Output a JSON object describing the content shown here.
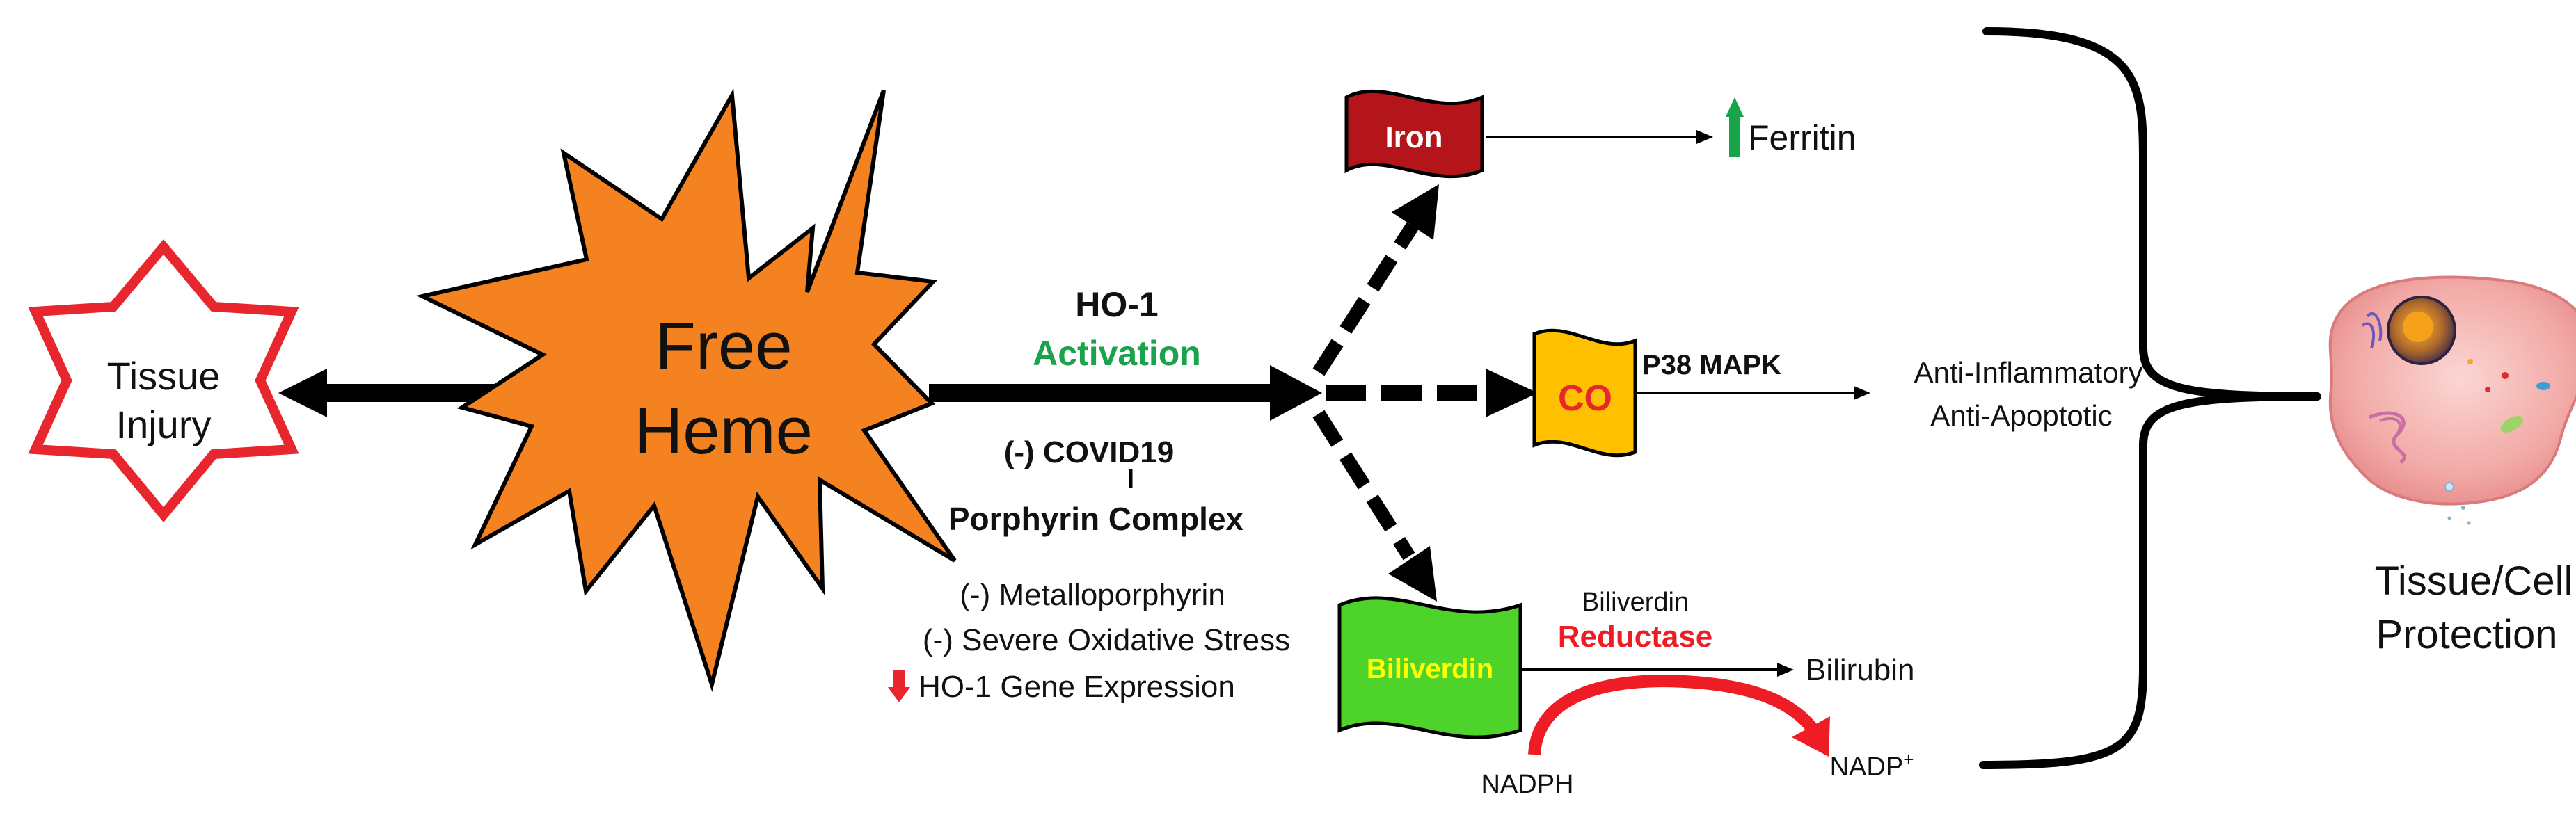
{
  "tissue_injury": {
    "line1": "Tissue",
    "line2": "Injury"
  },
  "free_heme": {
    "line1": "Free",
    "line2": "Heme"
  },
  "ho1": {
    "title": "HO-1",
    "activation": "Activation"
  },
  "covid": {
    "label": "(-) COVID19",
    "complex": "Porphyrin Complex"
  },
  "inhibitors": {
    "line1": "(-) Metalloporphyrin",
    "line2": "(-) Severe Oxidative Stress",
    "line3": "HO-1 Gene Expression"
  },
  "iron": {
    "label": "Iron",
    "product": "Ferritin"
  },
  "co": {
    "label": "CO",
    "pathway": "P38 MAPK",
    "effect1": "Anti-Inflammatory",
    "effect2": "Anti-Apoptotic"
  },
  "biliverdin": {
    "label": "Biliverdin",
    "enzyme_line1": "Biliverdin",
    "enzyme_line2": "Reductase",
    "product": "Bilirubin",
    "cofactor_in": "NADPH",
    "cofactor_out": "NADP",
    "cofactor_out_sup": "+"
  },
  "outcome": {
    "line1": "Tissue/Cell",
    "line2": "Protection"
  },
  "colors": {
    "red_outline": "#e8262d",
    "heme_orange": "#f58220",
    "activation_green": "#1aa34a",
    "iron_red": "#b3151b",
    "co_yellow": "#ffc000",
    "co_text": "#e8262d",
    "biliverdin_green": "#4dd32a",
    "biliverdin_text": "#ffff00",
    "reductase_red": "#ee1c24",
    "up_arrow_green": "#18a54a",
    "down_arrow_red": "#e8262d"
  },
  "icons": [
    "up-arrow-icon",
    "down-arrow-icon",
    "cell-icon"
  ]
}
